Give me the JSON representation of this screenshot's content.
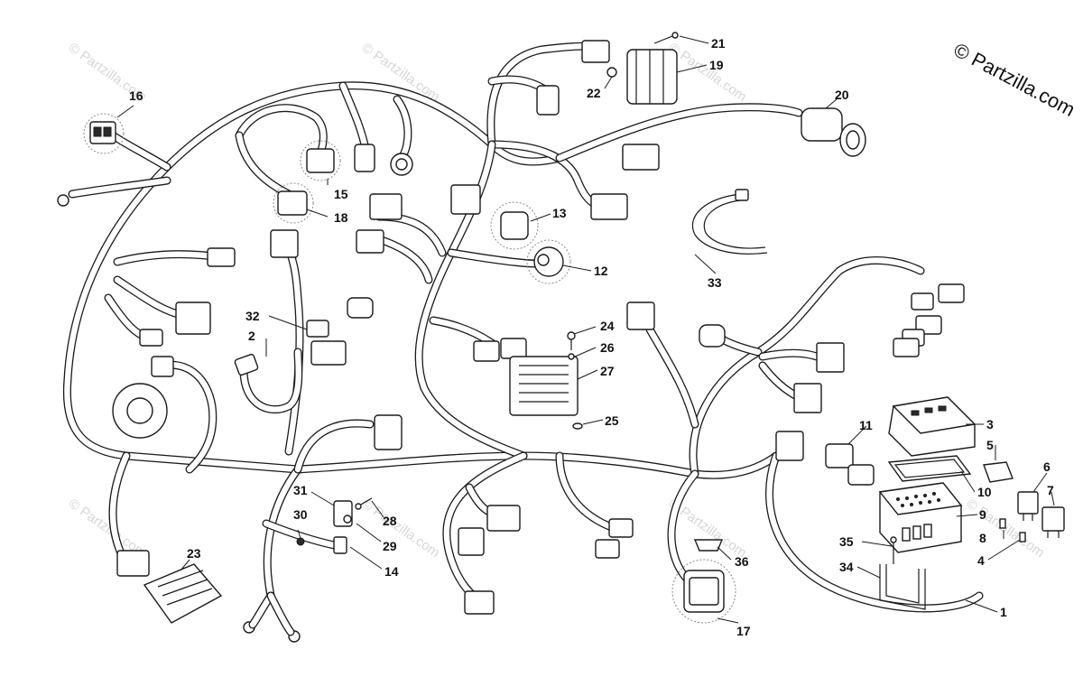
{
  "watermark": {
    "corner_text": "© Partzilla.com",
    "tile_text": "© Partzilla.com"
  },
  "callouts": [
    {
      "id": "c1",
      "label": "1"
    },
    {
      "id": "c2",
      "label": "2"
    },
    {
      "id": "c3",
      "label": "3"
    },
    {
      "id": "c4",
      "label": "4"
    },
    {
      "id": "c5",
      "label": "5"
    },
    {
      "id": "c6",
      "label": "6"
    },
    {
      "id": "c7",
      "label": "7"
    },
    {
      "id": "c8",
      "label": "8"
    },
    {
      "id": "c9",
      "label": "9"
    },
    {
      "id": "c10",
      "label": "10"
    },
    {
      "id": "c11",
      "label": "11"
    },
    {
      "id": "c12",
      "label": "12"
    },
    {
      "id": "c13",
      "label": "13"
    },
    {
      "id": "c14",
      "label": "14"
    },
    {
      "id": "c15",
      "label": "15"
    },
    {
      "id": "c16",
      "label": "16"
    },
    {
      "id": "c17",
      "label": "17"
    },
    {
      "id": "c18",
      "label": "18"
    },
    {
      "id": "c19",
      "label": "19"
    },
    {
      "id": "c20",
      "label": "20"
    },
    {
      "id": "c21",
      "label": "21"
    },
    {
      "id": "c22",
      "label": "22"
    },
    {
      "id": "c23",
      "label": "23"
    },
    {
      "id": "c24",
      "label": "24"
    },
    {
      "id": "c25",
      "label": "25"
    },
    {
      "id": "c26",
      "label": "26"
    },
    {
      "id": "c27",
      "label": "27"
    },
    {
      "id": "c28",
      "label": "28"
    },
    {
      "id": "c29",
      "label": "29"
    },
    {
      "id": "c30",
      "label": "30"
    },
    {
      "id": "c31",
      "label": "31"
    },
    {
      "id": "c32",
      "label": "32"
    },
    {
      "id": "c33",
      "label": "33"
    },
    {
      "id": "c34",
      "label": "34"
    },
    {
      "id": "c35",
      "label": "35"
    },
    {
      "id": "c36",
      "label": "36"
    }
  ]
}
